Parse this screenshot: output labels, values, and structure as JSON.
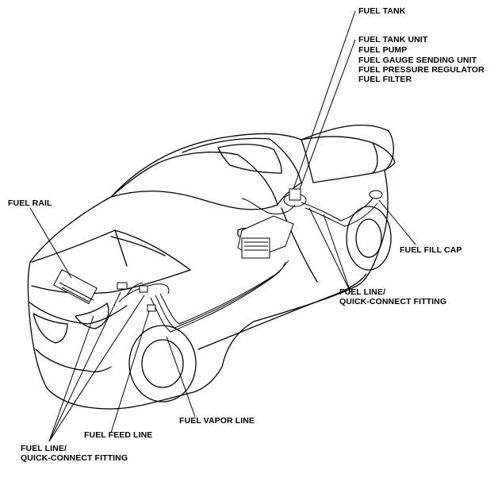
{
  "labels": {
    "fuel_tank": "FUEL TANK",
    "fuel_tank_unit": "FUEL TANK UNIT",
    "fuel_pump": "FUEL PUMP",
    "fuel_gauge_sending_unit": "FUEL GAUGE SENDING UNIT",
    "fuel_pressure_regulator": "FUEL PRESSURE REGULATOR",
    "fuel_filter": "FUEL FILTER",
    "fuel_rail": "FUEL RAIL",
    "fuel_fill_cap": "FUEL FILL CAP",
    "fuel_line_right_1": "FUEL LINE/",
    "fuel_line_right_2": "QUICK-CONNECT FITTING",
    "fuel_vapor_line": "FUEL VAPOR LINE",
    "fuel_feed_line": "FUEL FEED LINE",
    "fuel_line_left_1": "FUEL LINE/",
    "fuel_line_left_2": "QUICK-CONNECT FITTING"
  }
}
